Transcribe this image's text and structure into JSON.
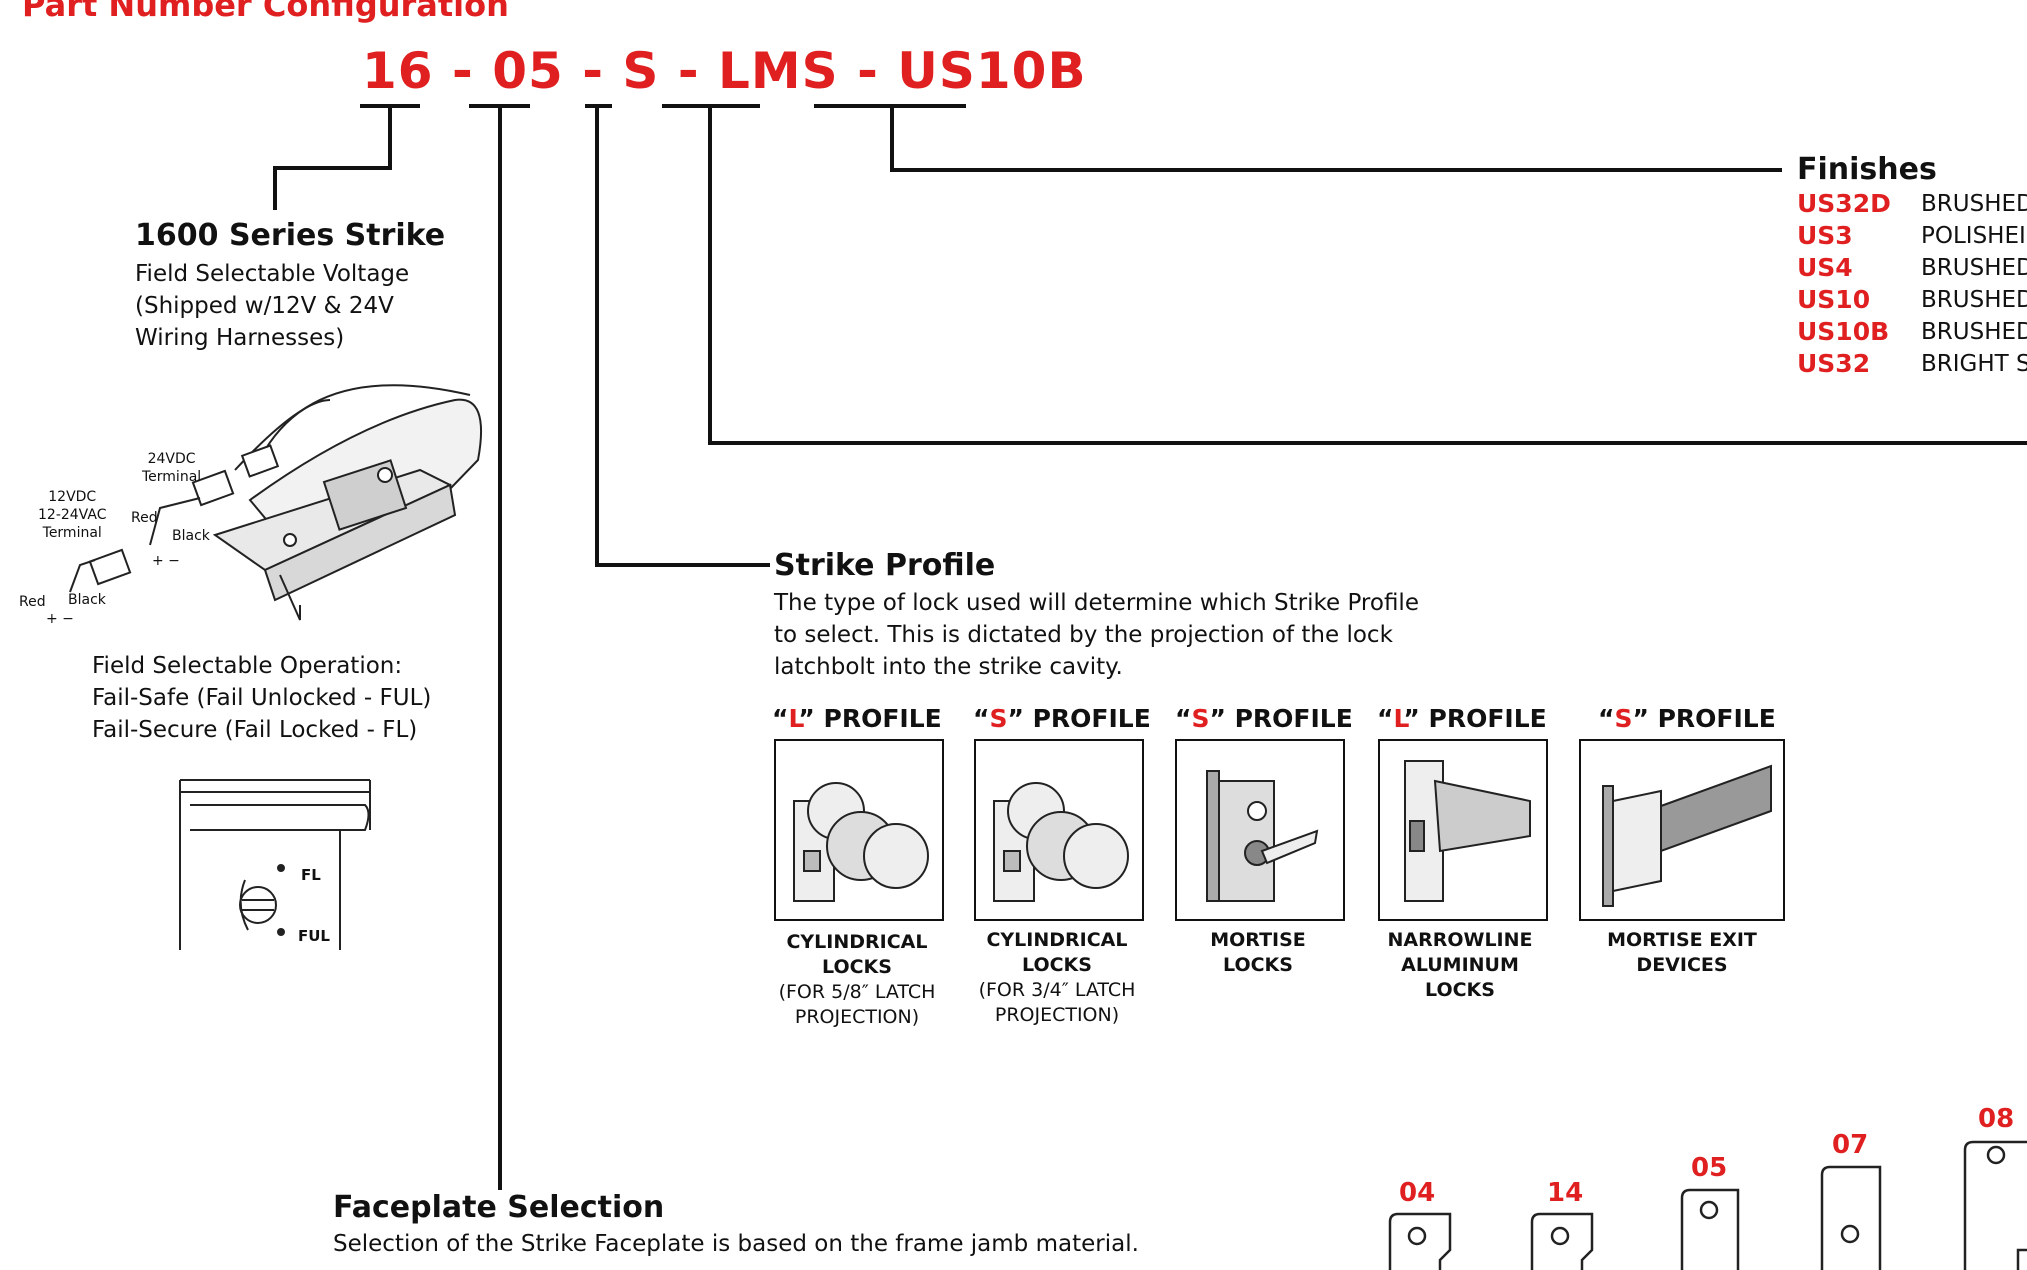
{
  "page_title": "Part Number Configuration",
  "part_number": {
    "seg1": "16",
    "seg2": "05",
    "seg3": "S",
    "seg4": "LMS",
    "seg5": "US10B",
    "sep": "-"
  },
  "series": {
    "title": "1600 Series Strike",
    "lines": [
      "Field Selectable Voltage",
      "(Shipped w/12V & 24V",
      "Wiring Harnesses)"
    ],
    "wiring_labels": {
      "t24": [
        "24VDC",
        "Terminal"
      ],
      "t12": [
        "12VDC",
        "12-24VAC",
        "Terminal"
      ],
      "red": "Red",
      "black": "Black",
      "polarity": "+ −"
    },
    "operation_lines": [
      "Field Selectable Operation:",
      "Fail-Safe (Fail Unlocked - FUL)",
      "Fail-Secure (Fail Locked - FL)"
    ],
    "switch_labels": {
      "fl": "FL",
      "ful": "FUL"
    }
  },
  "finishes": {
    "title": "Finishes",
    "items": [
      {
        "code": "US32D",
        "desc": "BRUSHED"
      },
      {
        "code": "US3",
        "desc": "POLISHEI"
      },
      {
        "code": "US4",
        "desc": "BRUSHED"
      },
      {
        "code": "US10",
        "desc": "BRUSHED"
      },
      {
        "code": "US10B",
        "desc": "BRUSHED"
      },
      {
        "code": "US32",
        "desc": "BRIGHT S"
      }
    ]
  },
  "strike_profile": {
    "title": "Strike Profile",
    "lines": [
      "The type of lock used will determine which Strike Profile",
      "to select. This is dictated by the projection of the lock",
      "latchbolt into the strike cavity."
    ],
    "profiles": [
      {
        "letter": "L",
        "suffix": " PROFILE",
        "cap_bold": [
          "CYLINDRICAL",
          "LOCKS"
        ],
        "cap_norm": [
          "(FOR 5/8″ LATCH",
          "PROJECTION)"
        ]
      },
      {
        "letter": "S",
        "suffix": " PROFILE",
        "cap_bold": [
          "CYLINDRICAL",
          "LOCKS"
        ],
        "cap_norm": [
          "(FOR 3/4″ LATCH",
          "PROJECTION)"
        ]
      },
      {
        "letter": "S",
        "suffix": " PROFILE",
        "cap_bold": [
          "MORTISE",
          "LOCKS"
        ],
        "cap_norm": []
      },
      {
        "letter": "L",
        "suffix": " PROFILE",
        "cap_bold": [
          "NARROWLINE",
          "ALUMINUM",
          "LOCKS"
        ],
        "cap_norm": []
      },
      {
        "letter": "S",
        "suffix": " PROFILE",
        "cap_bold": [
          "MORTISE EXIT",
          "DEVICES"
        ],
        "cap_norm": []
      }
    ]
  },
  "faceplate": {
    "title": "Faceplate Selection",
    "line": "Selection of the Strike Faceplate is based on the frame jamb material.",
    "numbers": [
      "04",
      "14",
      "05",
      "07",
      "08"
    ]
  },
  "colors": {
    "accent": "#e02020",
    "ink": "#111111"
  }
}
